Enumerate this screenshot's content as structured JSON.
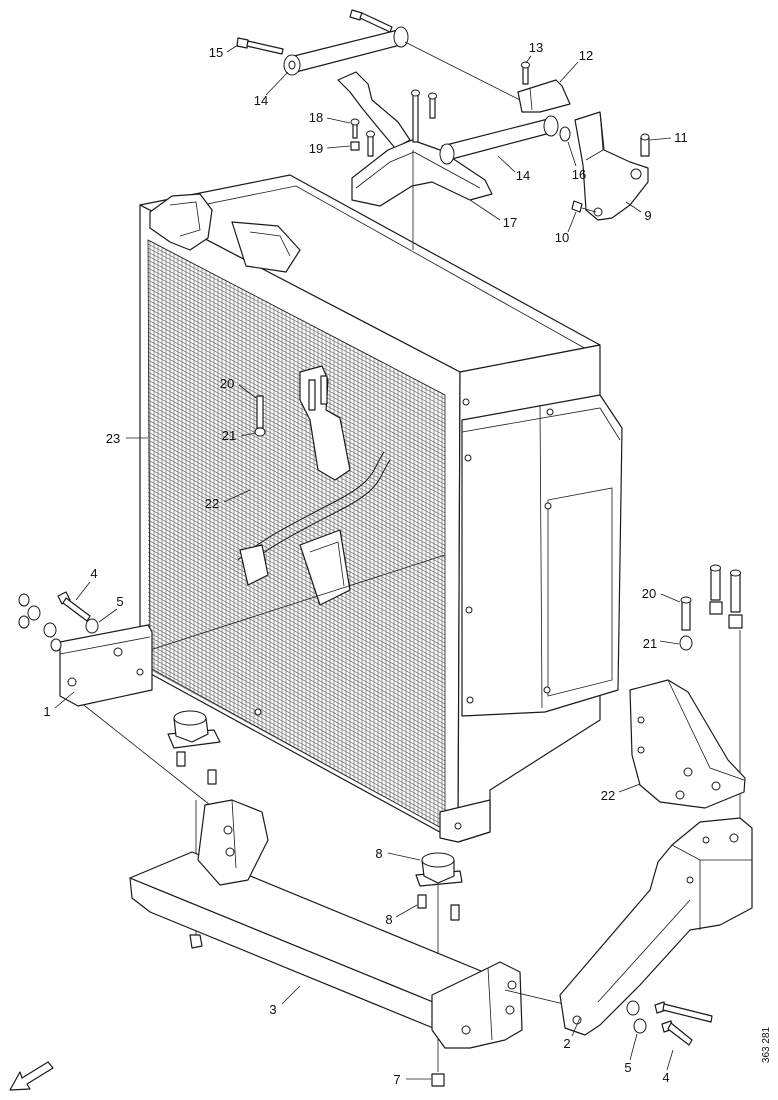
{
  "diagram": {
    "callouts": [
      "15",
      "14",
      "13",
      "12",
      "18",
      "19",
      "11",
      "14",
      "16",
      "17",
      "10",
      "9",
      "20",
      "21",
      "23",
      "22",
      "4",
      "5",
      "1",
      "20",
      "21",
      "22",
      "8",
      "8",
      "3",
      "7",
      "2",
      "5",
      "4"
    ],
    "drawing_number": "363 281"
  },
  "colors": {
    "line": "#1a1a1a",
    "core_mesh": "#7d7d7d",
    "background": "#ffffff"
  }
}
